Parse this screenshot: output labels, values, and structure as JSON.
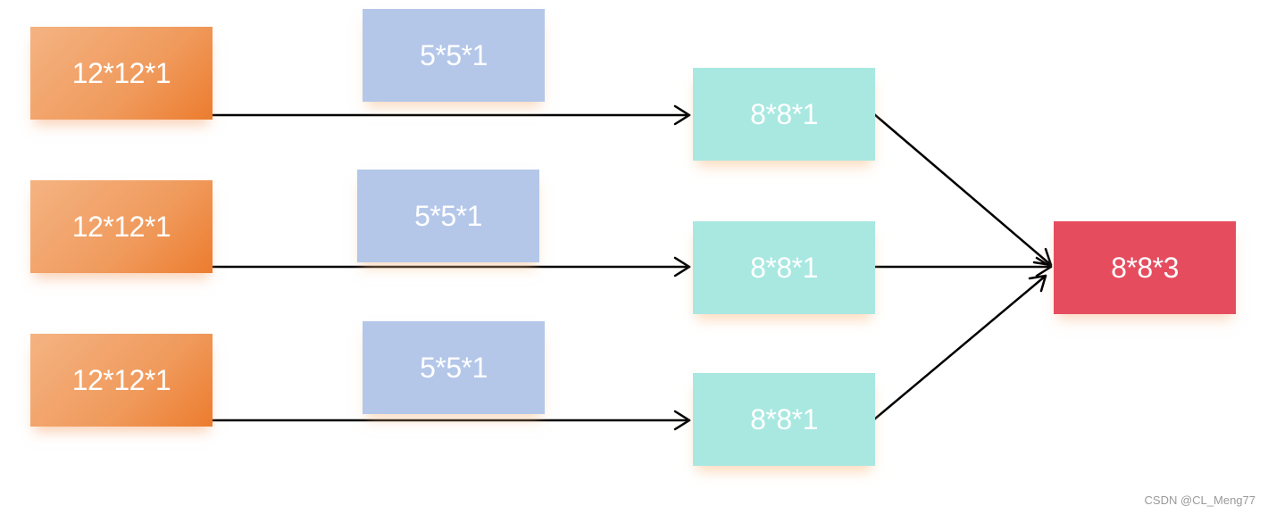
{
  "diagram": {
    "inputs": [
      {
        "label": "12*12*1"
      },
      {
        "label": "12*12*1"
      },
      {
        "label": "12*12*1"
      }
    ],
    "kernels": [
      {
        "label": "5*5*1"
      },
      {
        "label": "5*5*1"
      },
      {
        "label": "5*5*1"
      }
    ],
    "features": [
      {
        "label": "8*8*1"
      },
      {
        "label": "8*8*1"
      },
      {
        "label": "8*8*1"
      }
    ],
    "output": {
      "label": "8*8*3"
    },
    "colors": {
      "input": "#ef8a45",
      "kernel": "#b4c7e9",
      "feature": "#a8e8e1",
      "output": "#e54d5f",
      "arrow": "#000000"
    }
  },
  "watermark": "CSDN @CL_Meng77"
}
